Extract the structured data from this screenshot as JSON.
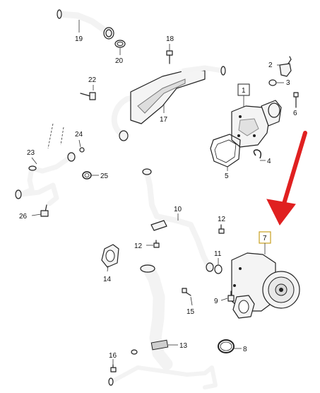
{
  "callouts": {
    "c1": "1",
    "c2": "2",
    "c3": "3",
    "c4": "4",
    "c5": "5",
    "c6": "6",
    "c7": "7",
    "c8": "8",
    "c9": "9",
    "c10": "10",
    "c11": "11",
    "c12a": "12",
    "c12b": "12",
    "c13": "13",
    "c14": "14",
    "c15": "15",
    "c16": "16",
    "c17": "17",
    "c18": "18",
    "c19": "19",
    "c20": "20",
    "c22": "22",
    "c23": "23",
    "c24": "24",
    "c25": "25",
    "c26": "26"
  },
  "highlight": {
    "arrow_color": "#e02020",
    "points_to": "7"
  }
}
